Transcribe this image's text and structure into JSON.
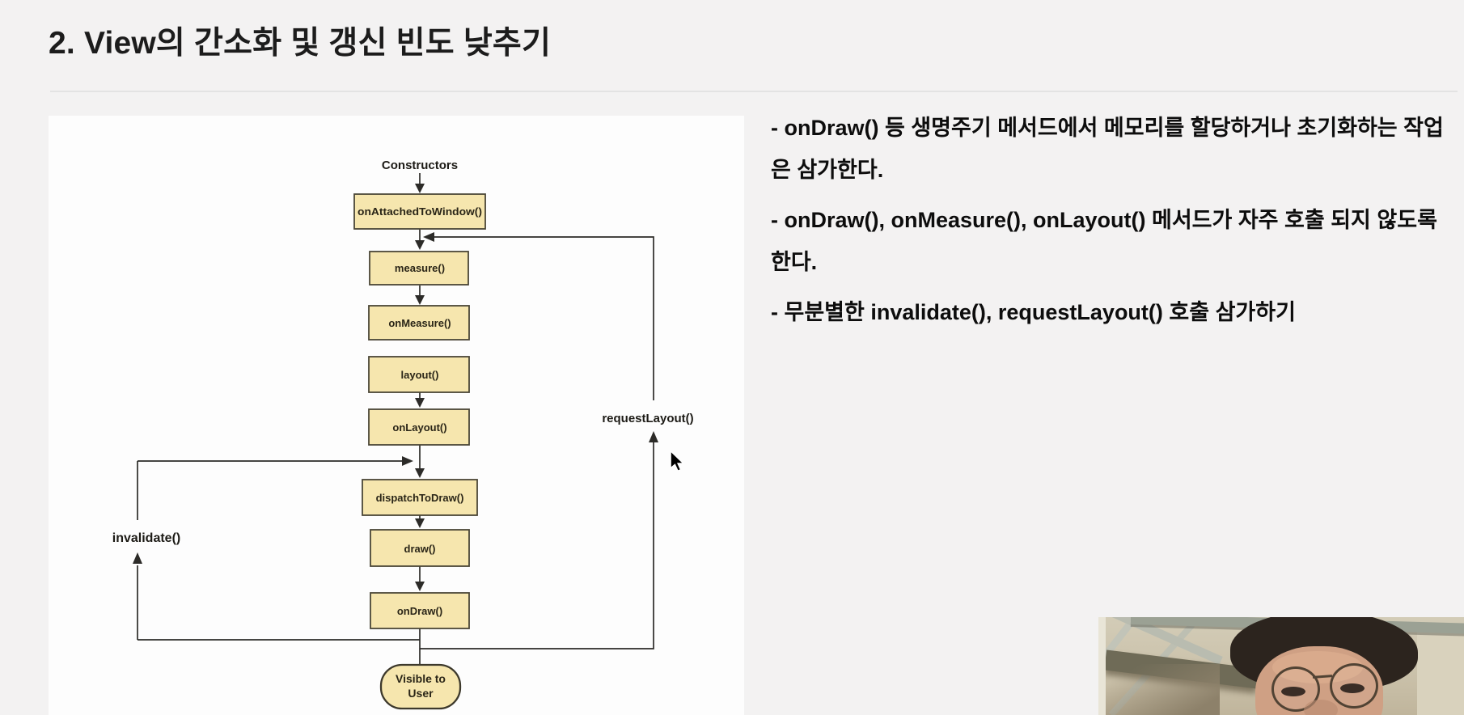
{
  "page": {
    "title": "2. View의 간소화 및 갱신 빈도 낮추기"
  },
  "notes": {
    "paragraphs": [
      {
        "lines": [
          "- onDraw() 등 생명주기 메서드에서 메모리를 할당하거나 초기화하는 작업",
          "은 삼가한다."
        ]
      },
      {
        "lines": [
          "- onDraw(), onMeasure(), onLayout() 메서드가 자주 호출 되지 않도록",
          "한다."
        ]
      },
      {
        "lines": [
          "- 무분별한 invalidate(), requestLayout() 호출 삼가하기"
        ]
      }
    ]
  },
  "diagram": {
    "title": "Android View lifecycle flowchart",
    "start_label": "Constructors",
    "nodes": [
      {
        "label": "onAttachedToWindow()"
      },
      {
        "label": "measure()"
      },
      {
        "label": "onMeasure()"
      },
      {
        "label": "layout()"
      },
      {
        "label": "onLayout()"
      },
      {
        "label": "dispatchToDraw()"
      },
      {
        "label": "draw()"
      },
      {
        "label": "onDraw()"
      }
    ],
    "loop_left_label": "invalidate()",
    "loop_right_label": "requestLayout()",
    "terminal_line1": "Visible to",
    "terminal_line2": "User"
  },
  "colors": {
    "page_bg": "#f3f2f2",
    "panel_bg": "#fdfdfd",
    "node_fill": "#f6e6ae",
    "node_border": "#4a4636",
    "connector": "#2c2b28",
    "divider": "#e3e3e3",
    "notes_text": "#0d0d0d"
  }
}
